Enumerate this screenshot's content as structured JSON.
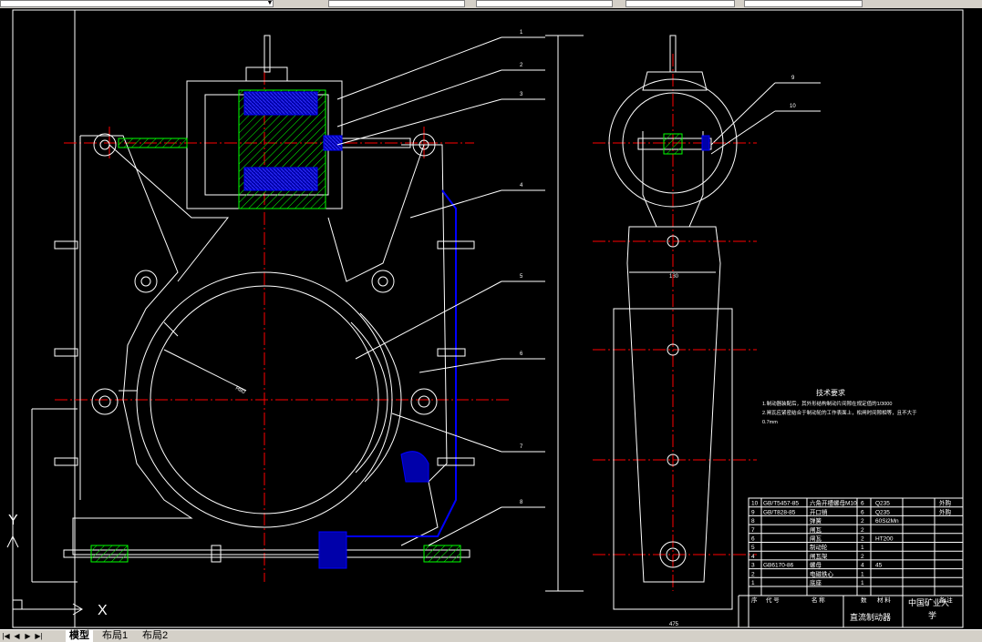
{
  "toolbar": {
    "fields": [
      "",
      "",
      "",
      "",
      ""
    ]
  },
  "tech_req": {
    "title": "技术要求",
    "line1": "1.制动器装配后，其外形结构制动片间隙在规定值的1/3000",
    "line2": "2.闸瓦应紧密结合于制动轮的工作表面上，松闸时间隙相等，且不大于",
    "line3": "0.7mm"
  },
  "dims": {
    "radius": "R80",
    "width_top": "180",
    "width_bottom": "475"
  },
  "callouts": [
    "1",
    "2",
    "3",
    "4",
    "5",
    "6",
    "7",
    "8",
    "9",
    "10"
  ],
  "bom": {
    "rows": [
      {
        "no": "10",
        "code": "GB/T5457-85",
        "name": "六角开槽螺母M10",
        "qty": "6",
        "material": "Q235",
        "note": "外购"
      },
      {
        "no": "9",
        "code": "GB/T828-85",
        "name": "开口销",
        "qty": "6",
        "material": "Q235",
        "note": "外购"
      },
      {
        "no": "8",
        "code": "",
        "name": "弹簧",
        "qty": "2",
        "material": "60Si2Mn",
        "note": ""
      },
      {
        "no": "7",
        "code": "",
        "name": "闸瓦",
        "qty": "2",
        "material": "",
        "note": ""
      },
      {
        "no": "6",
        "code": "",
        "name": "闸瓦",
        "qty": "2",
        "material": "HT200",
        "note": ""
      },
      {
        "no": "5",
        "code": "",
        "name": "制动轮",
        "qty": "1",
        "material": "",
        "note": ""
      },
      {
        "no": "4",
        "code": "",
        "name": "闸瓦架",
        "qty": "2",
        "material": "",
        "note": ""
      },
      {
        "no": "3",
        "code": "GB6170-86",
        "name": "螺母",
        "qty": "4",
        "material": "45",
        "note": ""
      },
      {
        "no": "2",
        "code": "",
        "name": "电磁铁心",
        "qty": "1",
        "material": "",
        "note": ""
      },
      {
        "no": "1",
        "code": "",
        "name": "底座",
        "qty": "1",
        "material": "",
        "note": ""
      }
    ],
    "header": {
      "no": "序",
      "code": "代 号",
      "name": "名 称",
      "qty": "数",
      "material": "材 料",
      "note": "备 注"
    }
  },
  "title_block": {
    "drawing_name": "直流制动器",
    "school_line1": "中国矿业大",
    "school_line2": "学"
  },
  "ucs": {
    "x": "X",
    "y": "Y"
  },
  "tabs": [
    {
      "label": "模型",
      "active": true
    },
    {
      "label": "布局1",
      "active": false
    },
    {
      "label": "布局2",
      "active": false
    }
  ],
  "colors": {
    "background": "#000000",
    "line": "#ffffff",
    "center_line": "#ff0000",
    "hatch_green": "#00ff00",
    "hatch_blue": "#0000ff",
    "gray": "#c0c0c0"
  }
}
